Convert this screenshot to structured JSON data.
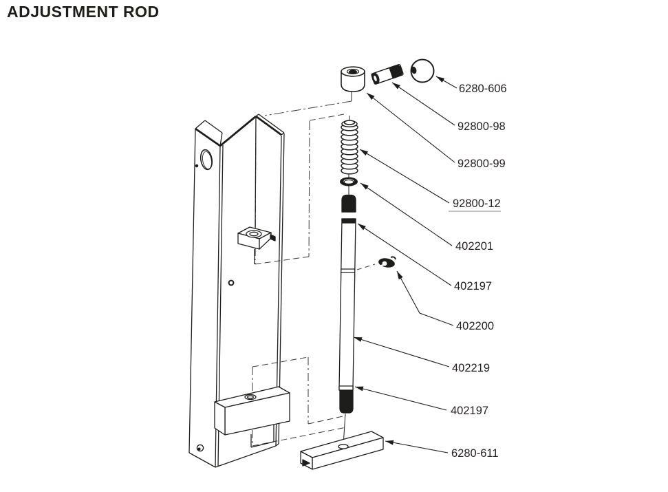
{
  "title": "ADJUSTMENT ROD",
  "diagram": {
    "parts": [
      {
        "id": "ball-knob",
        "label": "6280-606"
      },
      {
        "id": "roll-pin",
        "label": "92800-98"
      },
      {
        "id": "cap-nut",
        "label": "92800-99"
      },
      {
        "id": "spring",
        "label": "92800-12"
      },
      {
        "id": "washer",
        "label": "402201"
      },
      {
        "id": "rod-upper-thread",
        "label": "402197"
      },
      {
        "id": "e-clip",
        "label": "402200"
      },
      {
        "id": "rod-body",
        "label": "402219"
      },
      {
        "id": "rod-lower-thread",
        "label": "402197"
      },
      {
        "id": "bottom-bracket",
        "label": "6280-611"
      }
    ],
    "line_color": "#1d1d1b"
  }
}
